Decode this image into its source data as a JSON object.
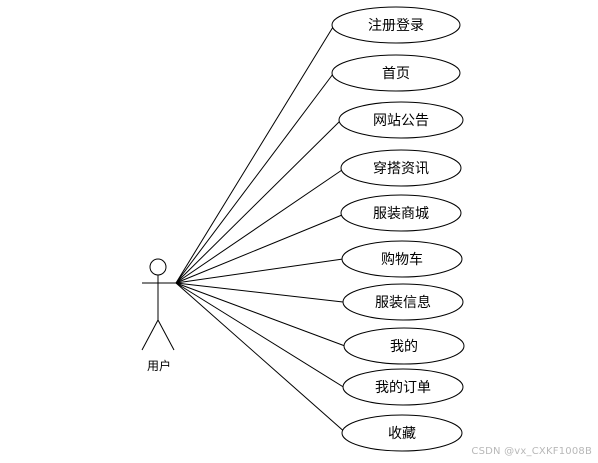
{
  "actor": {
    "label": "用户"
  },
  "use_cases": [
    {
      "label": "注册登录"
    },
    {
      "label": "首页"
    },
    {
      "label": "网站公告"
    },
    {
      "label": "穿搭资讯"
    },
    {
      "label": "服装商城"
    },
    {
      "label": "购物车"
    },
    {
      "label": "服装信息"
    },
    {
      "label": "我的"
    },
    {
      "label": "我的订单"
    },
    {
      "label": "收藏"
    }
  ],
  "watermark": "CSDN @vx_CXKF1008B"
}
